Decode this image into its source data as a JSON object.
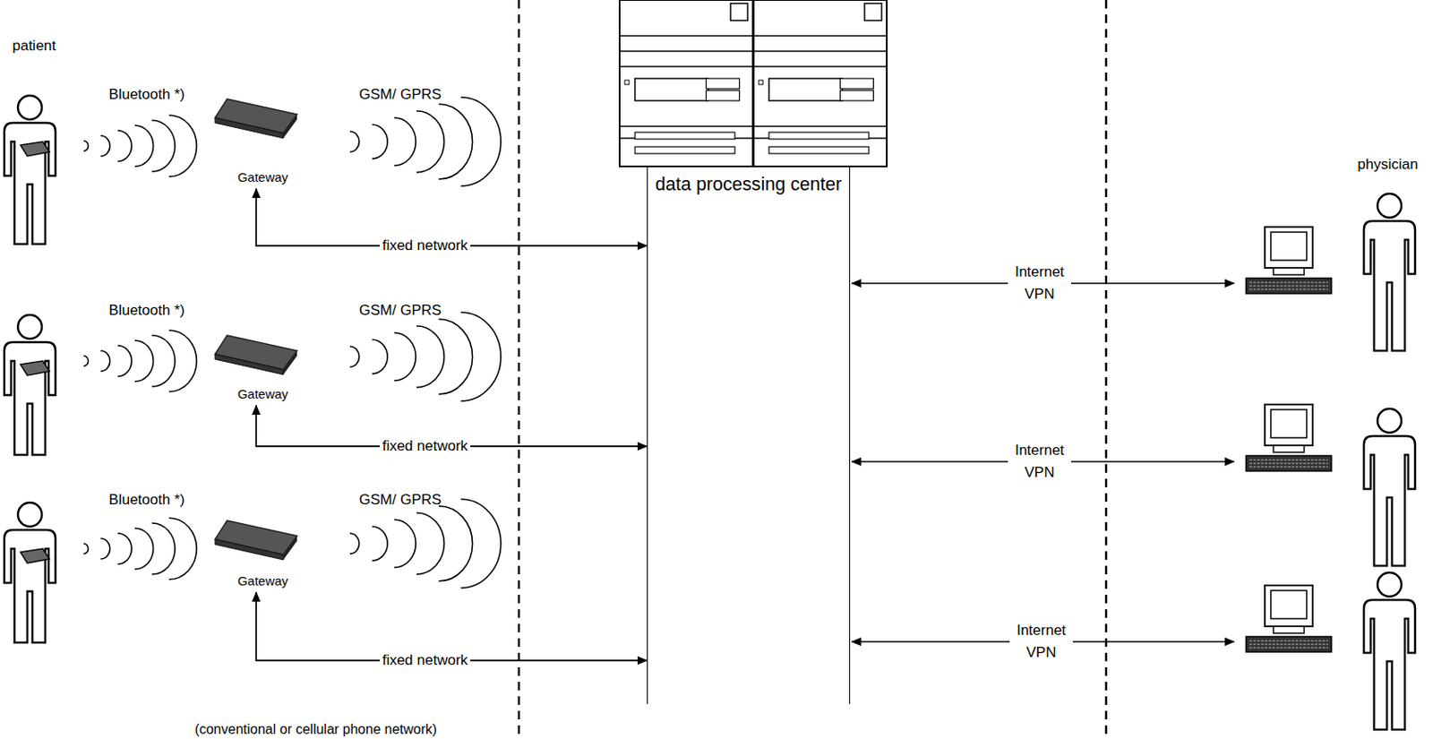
{
  "diagram": {
    "nodes": [
      {
        "text": [
          "Gateway"
        ]
      },
      {
        "text": [
          "Gateway"
        ]
      },
      {
        "text": [
          "Gateway"
        ]
      },
      {
        "text": [
          "data processing center"
        ]
      }
    ],
    "edges": [
      {
        "from": 3,
        "to": 0,
        "label": "fixed network",
        "arrow": "both"
      },
      {
        "from": 3,
        "to": 1,
        "label": "fixed network",
        "arrow": "both"
      },
      {
        "from": 3,
        "to": 2,
        "label": "fixed network",
        "arrow": "both"
      }
    ],
    "labels": [
      "patient",
      "Bluetooth *)",
      "GSM/ GPRS",
      "Bluetooth *)",
      "GSM/ GPRS",
      "Bluetooth *)",
      "GSM/ GPRS",
      "physician",
      "Internet VPN",
      "Internet VPN",
      "Internet VPN",
      "(conventional or cellular phone network)"
    ]
  }
}
